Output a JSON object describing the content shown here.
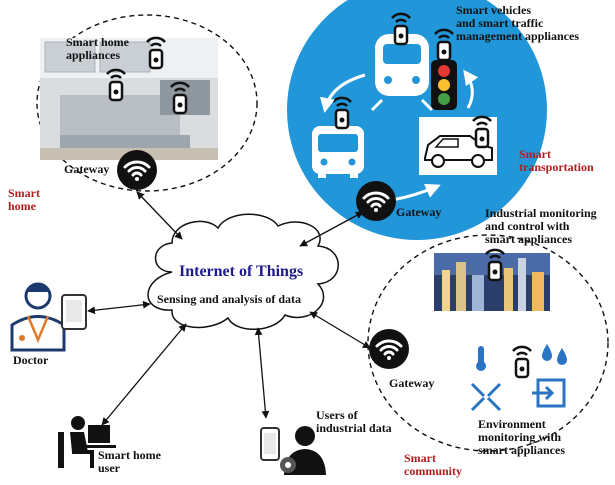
{
  "center": {
    "title": "Internet of Things",
    "subtitle": "Sensing and analysis of data"
  },
  "smart_home": {
    "region_label": "Smart\nhome",
    "appliances_label": "Smart home\nappliances",
    "gateway_label": "Gateway"
  },
  "smart_transportation": {
    "region_label": "Smart\ntransportation",
    "vehicles_label": "Smart vehicles\nand smart traffic\nmanagement appliances",
    "gateway_label": "Gateway"
  },
  "smart_community": {
    "region_label": "Smart\ncommunity",
    "industrial_label": "Industrial monitoring\nand control with\nsmart appliances",
    "environment_label": "Environment\nmonitoring with\nsmart appliances",
    "gateway_label": "Gateway"
  },
  "actors": {
    "doctor_label": "Doctor",
    "home_user_label": "Smart home\nuser",
    "industrial_users_label": "Users of\nindustrial data"
  },
  "colors": {
    "transport_blue": "#2196d8",
    "title_blue": "#1f1a8c",
    "region_red": "#b01e1e",
    "gateway_black": "#111111",
    "icon_blue": "#2a74c4"
  }
}
